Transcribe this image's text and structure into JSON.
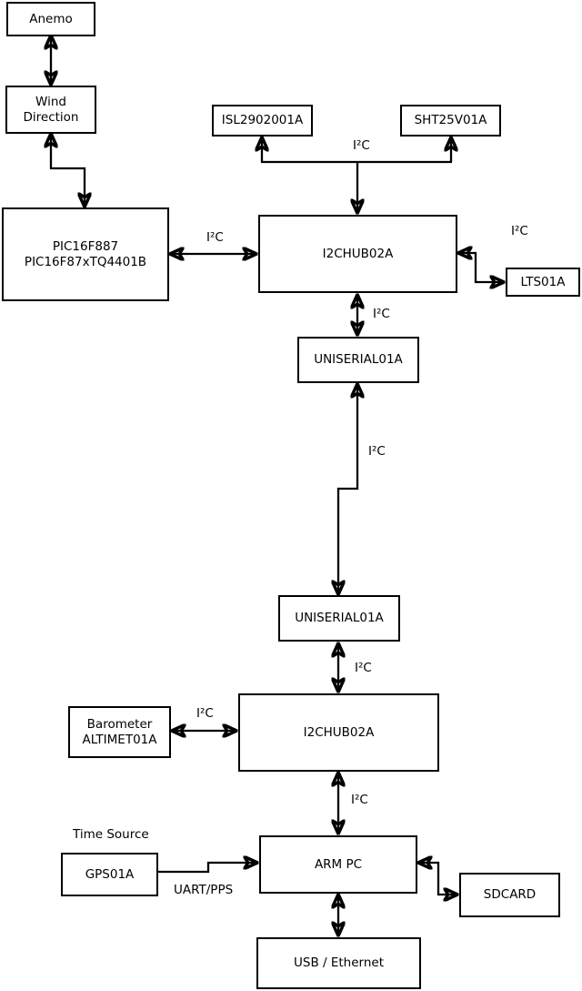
{
  "diagram": {
    "background_color": "#ffffff",
    "line_color": "#000000",
    "nodes": [
      {
        "id": "anemo",
        "label": "Anemo"
      },
      {
        "id": "wind-direction",
        "label": "Wind\nDirection"
      },
      {
        "id": "pic-mcu",
        "label": "PIC16F887\nPIC16F87xTQ4401B"
      },
      {
        "id": "isl-sensor",
        "label": "ISL2902001A"
      },
      {
        "id": "sht-sensor",
        "label": "SHT25V01A"
      },
      {
        "id": "i2c-hub-1",
        "label": "I2CHUB02A"
      },
      {
        "id": "lts-sensor",
        "label": "LTS01A"
      },
      {
        "id": "uniserial-1",
        "label": "UNISERIAL01A"
      },
      {
        "id": "uniserial-2",
        "label": "UNISERIAL01A"
      },
      {
        "id": "i2c-hub-2",
        "label": "I2CHUB02A"
      },
      {
        "id": "barometer",
        "label": "Barometer\nALTIMET01A"
      },
      {
        "id": "gps",
        "label": "GPS01A"
      },
      {
        "id": "arm-pc",
        "label": "ARM PC"
      },
      {
        "id": "sdcard",
        "label": "SDCARD"
      },
      {
        "id": "usb-ethernet",
        "label": "USB / Ethernet"
      }
    ],
    "edge_labels": [
      {
        "id": "i2c-top-bus",
        "text": "I²C"
      },
      {
        "id": "i2c-pic-hub1",
        "text": "I²C"
      },
      {
        "id": "i2c-hub1-lts",
        "text": "I²C"
      },
      {
        "id": "i2c-hub1-uniserial1",
        "text": "I²C"
      },
      {
        "id": "i2c-uniserial-link",
        "text": "I²C"
      },
      {
        "id": "i2c-uniserial2-hub2",
        "text": "I²C"
      },
      {
        "id": "i2c-barometer-hub2",
        "text": "I²C"
      },
      {
        "id": "i2c-hub2-armpc",
        "text": "I²C"
      },
      {
        "id": "time-source",
        "text": "Time Source"
      },
      {
        "id": "uart-pps",
        "text": "UART/PPS"
      }
    ]
  }
}
